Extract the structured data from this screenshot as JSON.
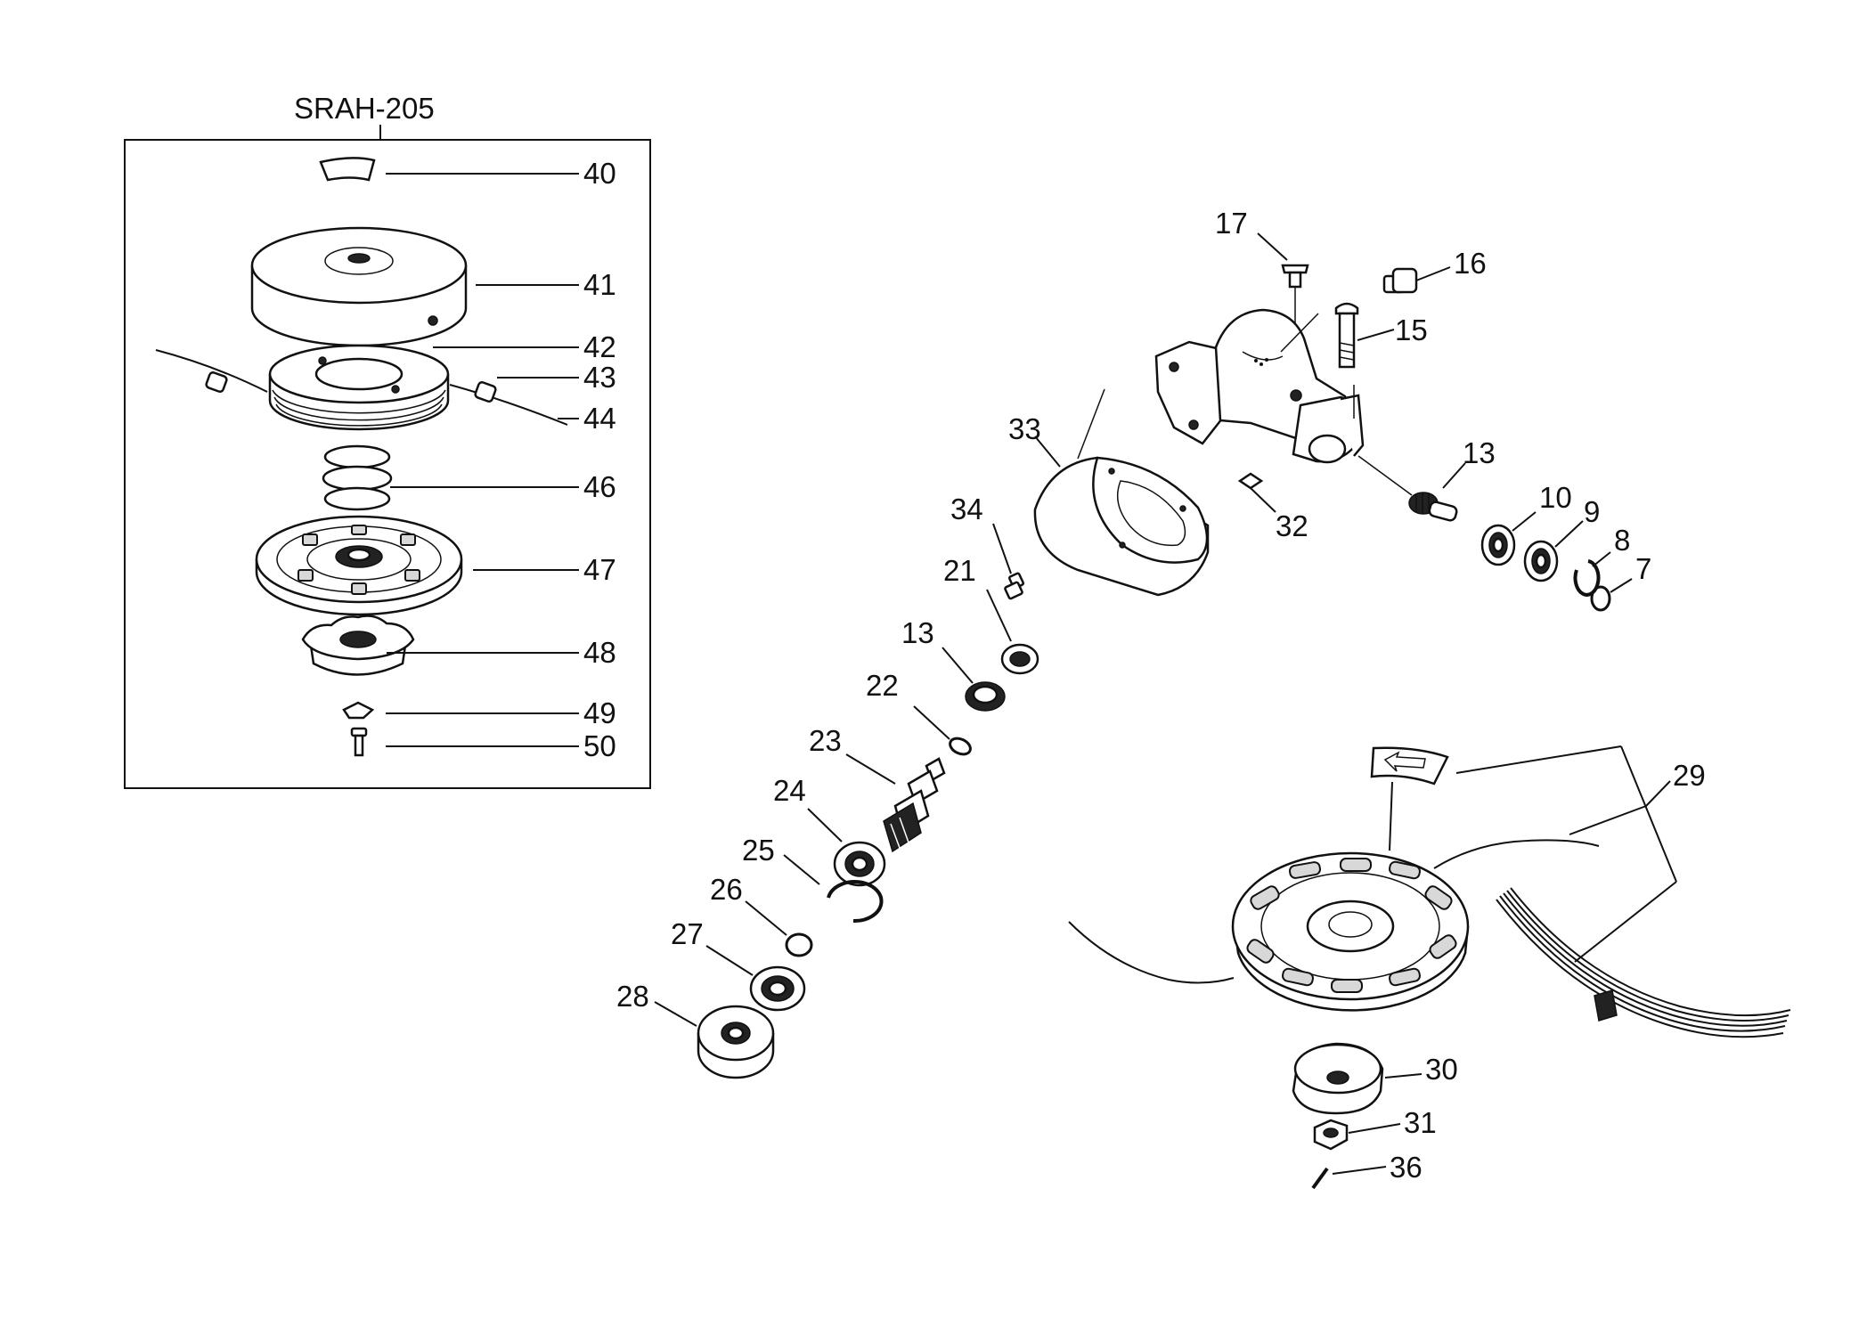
{
  "inset": {
    "title": "SRAH-205"
  },
  "labels": {
    "p40": "40",
    "p41": "41",
    "p42": "42",
    "p43": "43",
    "p44": "44",
    "p46": "46",
    "p47": "47",
    "p48": "48",
    "p49": "49",
    "p50": "50",
    "p17": "17",
    "p16": "16",
    "p15": "15",
    "p13a": "13",
    "p10": "10",
    "p9": "9",
    "p8": "8",
    "p7": "7",
    "p32": "32",
    "p33": "33",
    "p34": "34",
    "p21": "21",
    "p13b": "13",
    "p22": "22",
    "p23": "23",
    "p24": "24",
    "p25": "25",
    "p26": "26",
    "p27": "27",
    "p28": "28",
    "p29": "29",
    "p30": "30",
    "p31": "31",
    "p36": "36"
  }
}
